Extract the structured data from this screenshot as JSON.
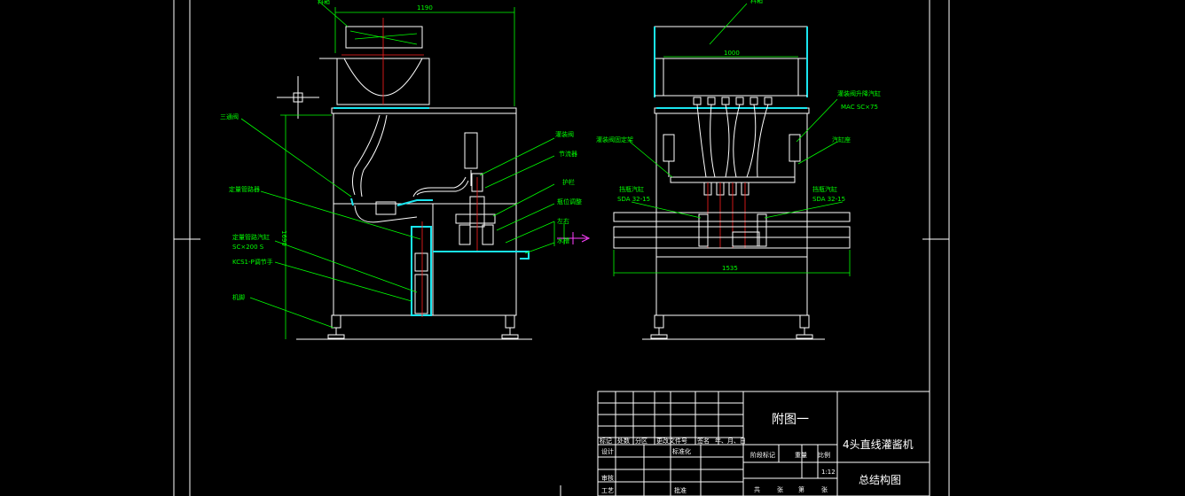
{
  "colors": {
    "background": "#000000",
    "line": "#ffffff",
    "annotation": "#00ff00",
    "pipe": "#19e6f0",
    "center": "#ff2020",
    "arrow": "#ff40ff"
  },
  "side_view": {
    "dim_width": "1190",
    "dim_height": "1690",
    "labels": {
      "hopper": "料箱",
      "three_way": "三通阀",
      "metering_pump": "定量管路器",
      "metering_cyl": "定量管路汽缸",
      "metering_cyl_spec": "SC×200 S",
      "cyl_spec2": "KCS1-P调节手",
      "base": "机脚",
      "nozzle": "灌装阀",
      "throttle": "节流器",
      "guard": "护栏",
      "bottle_position": "瓶位调整",
      "left_right": "左右",
      "water_drain": "水槽"
    }
  },
  "front_view": {
    "dim_top": "1000",
    "dim_bottom": "1535",
    "labels": {
      "hopper": "料箱",
      "lift_cyl": "灌装阀升降汽缸",
      "lift_cyl_spec": "MAC SC×75",
      "cylinder": "汽缸座",
      "nozzle_mount": "灌装阀固定架",
      "stop_cyl_left": "挡瓶汽缸",
      "stop_cyl_left_spec": "SDA 32-15",
      "stop_cyl_right": "挡瓶汽缸",
      "stop_cyl_right_spec": "SDA 32-15"
    }
  },
  "title_block": {
    "appendix": "附图一",
    "machine_name": "4头直线灌酱机",
    "drawing_name": "总结构图",
    "scale": "1:12",
    "row_labels": [
      "标记",
      "处数",
      "分区",
      "更改文件号",
      "签名",
      "年、月、日"
    ],
    "design": "设计",
    "standardize": "标准化",
    "review": "审核",
    "process": "工艺",
    "approve": "批准",
    "stage_headers": [
      "阶段标记",
      "重量",
      "比例"
    ],
    "sheet_footer": [
      "共",
      "张",
      "第",
      "张"
    ]
  }
}
